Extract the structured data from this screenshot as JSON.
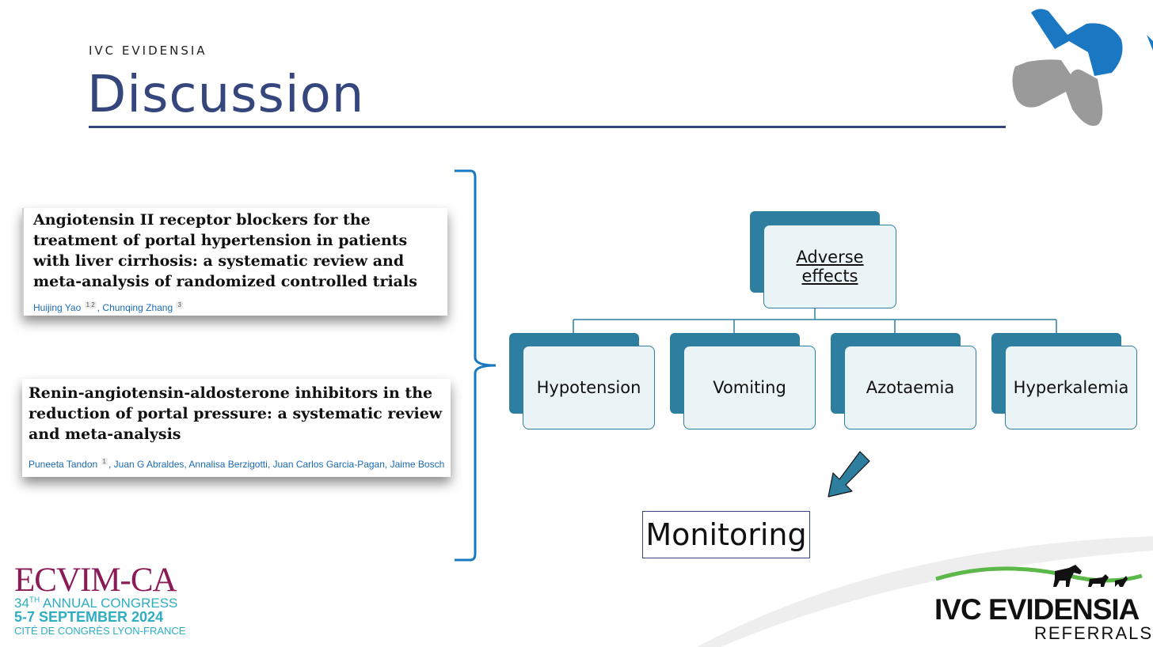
{
  "header": {
    "brand": "IVC EVIDENSIA",
    "title": "Discussion"
  },
  "papers": [
    {
      "title": "Angiotensin II receptor blockers for the treatment of portal hypertension in patients with liver cirrhosis: a systematic review and meta-analysis of randomized controlled trials",
      "authors": [
        {
          "name": "Huijing Yao",
          "sup": "1 2"
        },
        {
          "name": "Chunqing Zhang",
          "sup": "3"
        }
      ]
    },
    {
      "title": "Renin-angiotensin-aldosterone inhibitors in the reduction of portal pressure: a systematic review and meta-analysis",
      "authors": [
        {
          "name": "Puneeta Tandon",
          "sup": "1"
        },
        {
          "name": "Juan G Abraldes",
          "sup": ""
        },
        {
          "name": "Annalisa Berzigotti",
          "sup": ""
        },
        {
          "name": "Juan Carlos Garcia-Pagan",
          "sup": ""
        },
        {
          "name": "Jaime Bosch",
          "sup": ""
        }
      ]
    }
  ],
  "diagram": {
    "root": "Adverse effects",
    "root_line1": "Adverse",
    "root_line2": "effects",
    "children": [
      "Hypotension",
      "Vomiting",
      "Azotaemia",
      "Hyperkalemia"
    ],
    "outcome": "Monitoring",
    "colors": {
      "box_fill": "#eaf3f6",
      "box_back": "#2e7f9f",
      "arrow": "#2e7f9f"
    }
  },
  "footer": {
    "ecvim": {
      "name": "ECVIM-CA",
      "congress_num": "34",
      "congress_sup": "TH",
      "congress_rest": " ANNUAL CONGRESS",
      "dates": "5-7 SEPTEMBER 2024",
      "venue": "CITÉ DE CONGRÈS LYON-FRANCE"
    },
    "ivc": {
      "name": "IVC EVIDENSIA",
      "sub": "REFERRALS"
    }
  },
  "colors": {
    "title": "#35467c",
    "accent_blue": "#1a78c2",
    "logo_gray": "#9a9a9a",
    "ecvim_magenta": "#8a1b57",
    "ecvim_teal": "#2eaec0",
    "ivc_green": "#5cb848"
  }
}
